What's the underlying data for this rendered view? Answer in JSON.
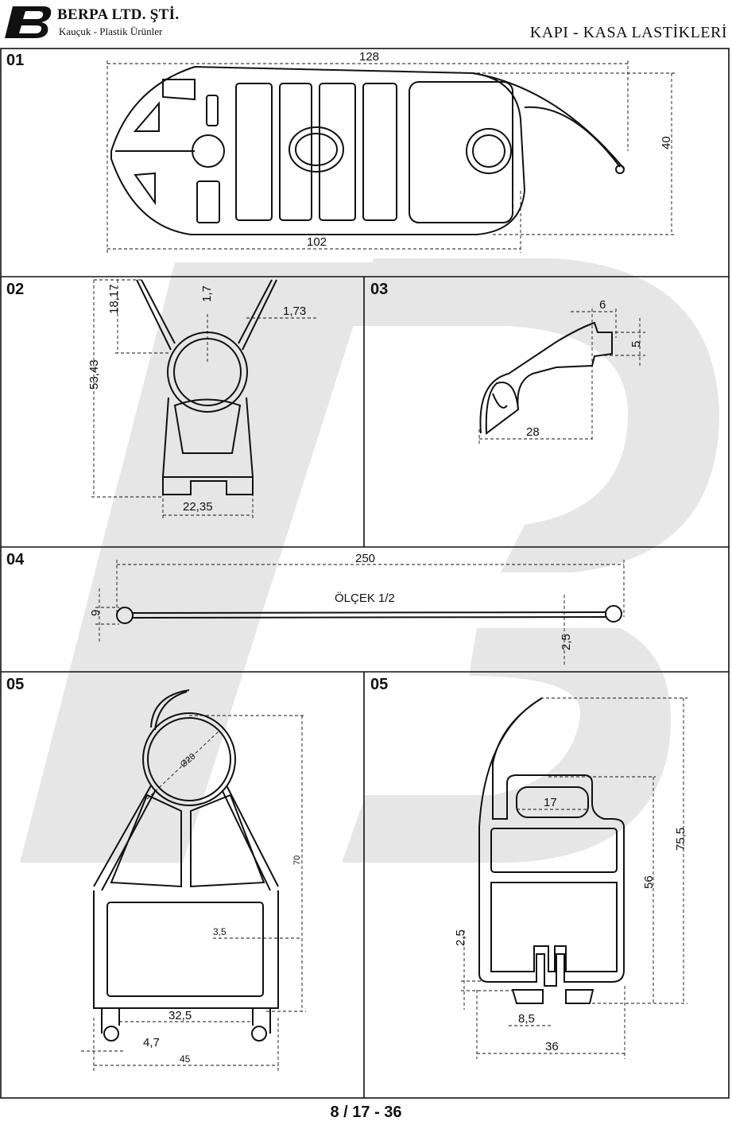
{
  "header": {
    "company": "BERPA LTD. ŞTİ.",
    "tagline": "Kauçuk - Plastik Ürünler",
    "title": "KAPI - KASA LASTİKLERİ"
  },
  "sections": {
    "s01": {
      "label": "01",
      "dims": [
        "128",
        "40",
        "102"
      ]
    },
    "s02": {
      "label": "02",
      "dims": [
        "18,17",
        "1,7",
        "1,73",
        "53,43",
        "22,35"
      ]
    },
    "s03": {
      "label": "03",
      "dims": [
        "6",
        "5",
        "28"
      ]
    },
    "s04": {
      "label": "04",
      "dims": [
        "250",
        "9",
        "2,5"
      ],
      "scale": "ÖLÇEK 1/2"
    },
    "s05a": {
      "label": "05",
      "dims": [
        "Ø20",
        "70",
        "3,5",
        "32,5",
        "4,7",
        "45"
      ]
    },
    "s05b": {
      "label": "05",
      "dims": [
        "17",
        "75,5",
        "56",
        "2,5",
        "8,5",
        "36"
      ]
    }
  },
  "footer": {
    "page": "8 / 17 - 36"
  },
  "colors": {
    "line": "#111111",
    "watermark": "#e6e6e6"
  }
}
